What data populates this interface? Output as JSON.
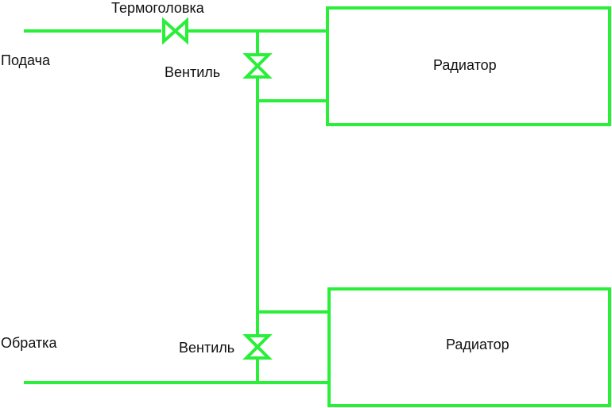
{
  "labels": {
    "supply": "Подача",
    "return": "Обратка",
    "thermo_head": "Термоголовка",
    "valve_top": "Вентиль",
    "valve_bottom": "Вентиль",
    "radiator_top": "Радиатор",
    "radiator_bottom": "Радиатор"
  },
  "colors": {
    "pipe": "#29ef38",
    "text": "#111111",
    "background": "#ffffff"
  }
}
